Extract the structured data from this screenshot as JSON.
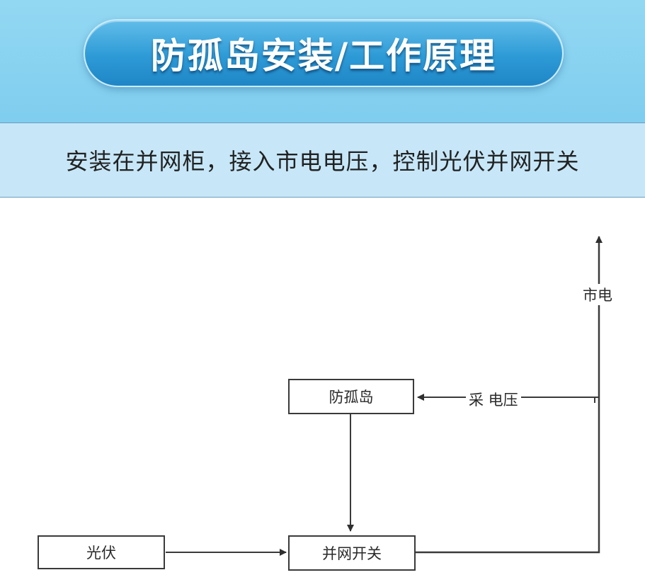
{
  "header": {
    "title": "防孤岛安装/工作原理"
  },
  "subtitle": {
    "text": "安装在并网柜，接入市电电压，控制光伏并网开关"
  },
  "diagram": {
    "nodes": {
      "anti_islanding": "防孤岛",
      "pv": "光伏",
      "grid_switch": "并网开关"
    },
    "labels": {
      "grid": "市电",
      "sample_voltage": "采 电压"
    }
  }
}
